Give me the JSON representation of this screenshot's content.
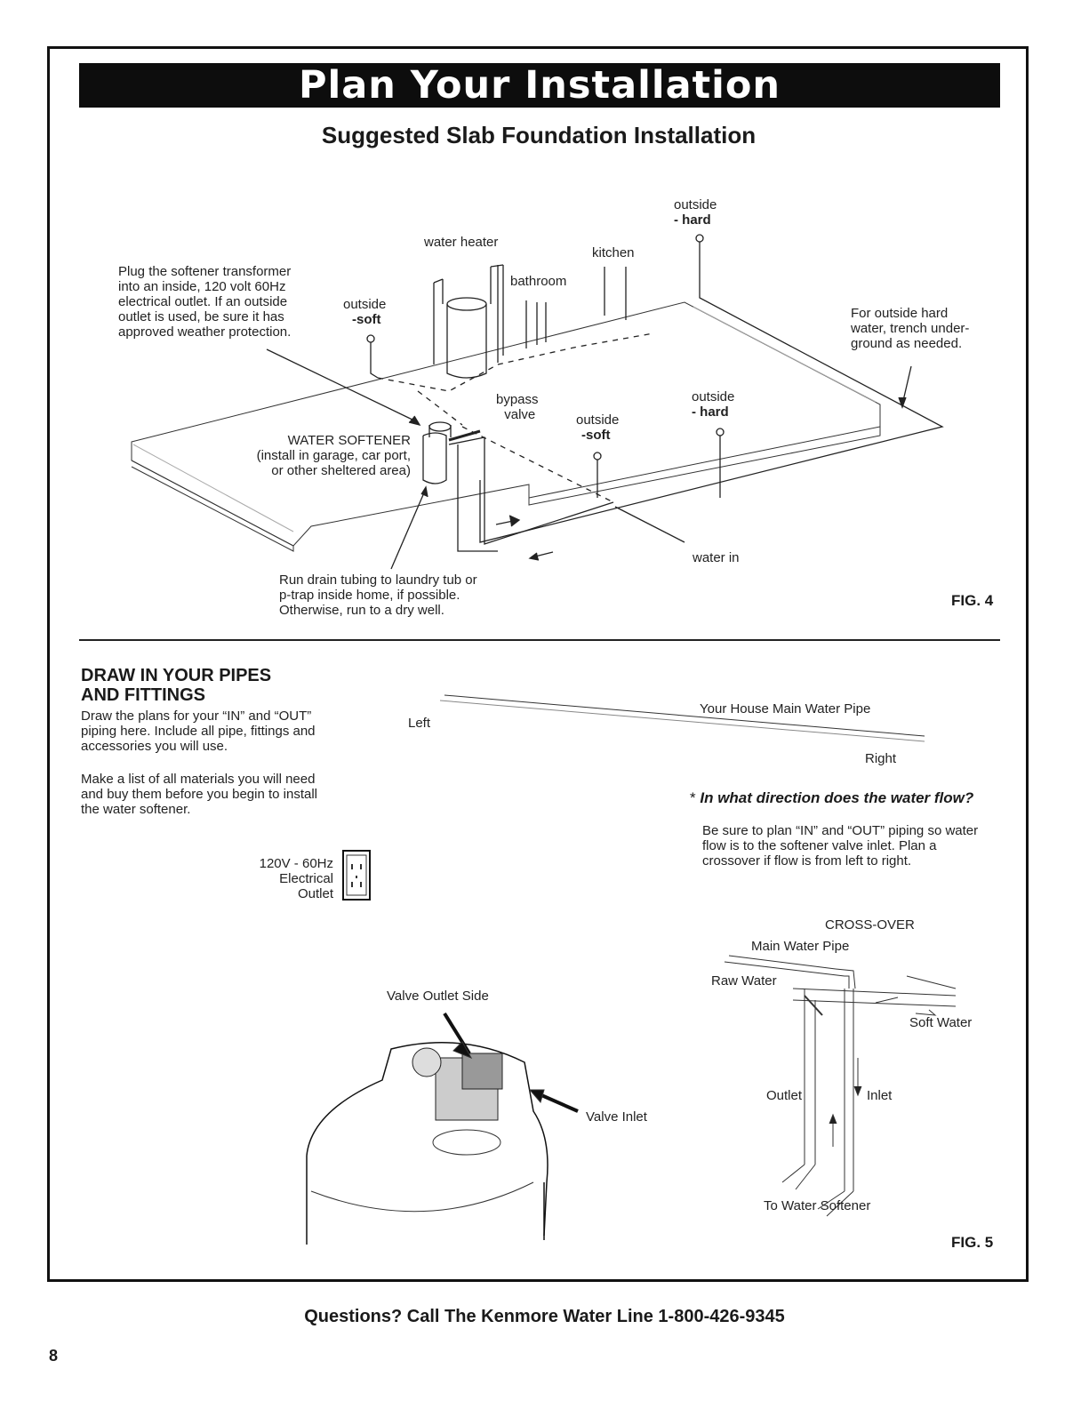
{
  "banner_title": "Plan Your Installation",
  "fig4": {
    "subtitle": "Suggested Slab Foundation Installation",
    "transformer_note": [
      "Plug the softener transformer",
      "into an inside, 120 volt 60Hz",
      "electrical outlet. If an outside",
      "outlet is used, be sure it has",
      "approved weather protection."
    ],
    "outside_soft_left": {
      "label": "outside",
      "value": "-soft"
    },
    "water_heater": "water heater",
    "bathroom": "bathroom",
    "kitchen": "kitchen",
    "outside_hard_top": {
      "label": "outside",
      "value": "- hard"
    },
    "trench_note": [
      "For outside hard",
      "water, trench under-",
      "ground as needed."
    ],
    "bypass_valve": [
      "bypass",
      "valve"
    ],
    "outside_soft_mid": {
      "label": "outside",
      "value": "-soft"
    },
    "outside_hard_mid": {
      "label": "outside",
      "value": "- hard"
    },
    "water_softener_note": [
      "WATER SOFTENER",
      "(install in garage, car port,",
      "or other sheltered area)"
    ],
    "water_in": "water in",
    "drain_note": [
      "Run drain tubing to laundry tub or",
      "p-trap inside home, if possible.",
      "Otherwise, run to a dry well."
    ],
    "fig_label": "FIG. 4"
  },
  "fig5": {
    "heading": [
      "DRAW IN YOUR PIPES",
      "AND FITTINGS"
    ],
    "intro": [
      "Draw  the plans for your “IN” and “OUT”",
      "piping here. Include all pipe, fittings and",
      "accessories you will use."
    ],
    "materials": [
      "Make a list of all materials you will need",
      "and buy them before you begin to install",
      "the water softener."
    ],
    "left": "Left",
    "main_pipe": "Your House Main Water Pipe",
    "right": "Right",
    "asterisk": "*",
    "question": "In what direction does the water flow?",
    "flow_note": [
      "Be sure to plan “IN” and “OUT” piping so water",
      "flow is to the softener valve inlet. Plan a",
      "crossover if flow is from left to right."
    ],
    "outlet_label": [
      "120V - 60Hz",
      "Electrical",
      "Outlet"
    ],
    "crossover": "CROSS-OVER",
    "main_water_pipe": "Main Water Pipe",
    "raw_water": "Raw Water",
    "soft_water": "Soft Water",
    "outlet": "Outlet",
    "inlet": "Inlet",
    "to_softener": "To Water Softener",
    "valve_outlet_side": "Valve Outlet Side",
    "valve_inlet": "Valve Inlet",
    "fig_label": "FIG. 5"
  },
  "footer": "Questions? Call The Kenmore Water Line 1-800-426-9345",
  "page_number": "8"
}
